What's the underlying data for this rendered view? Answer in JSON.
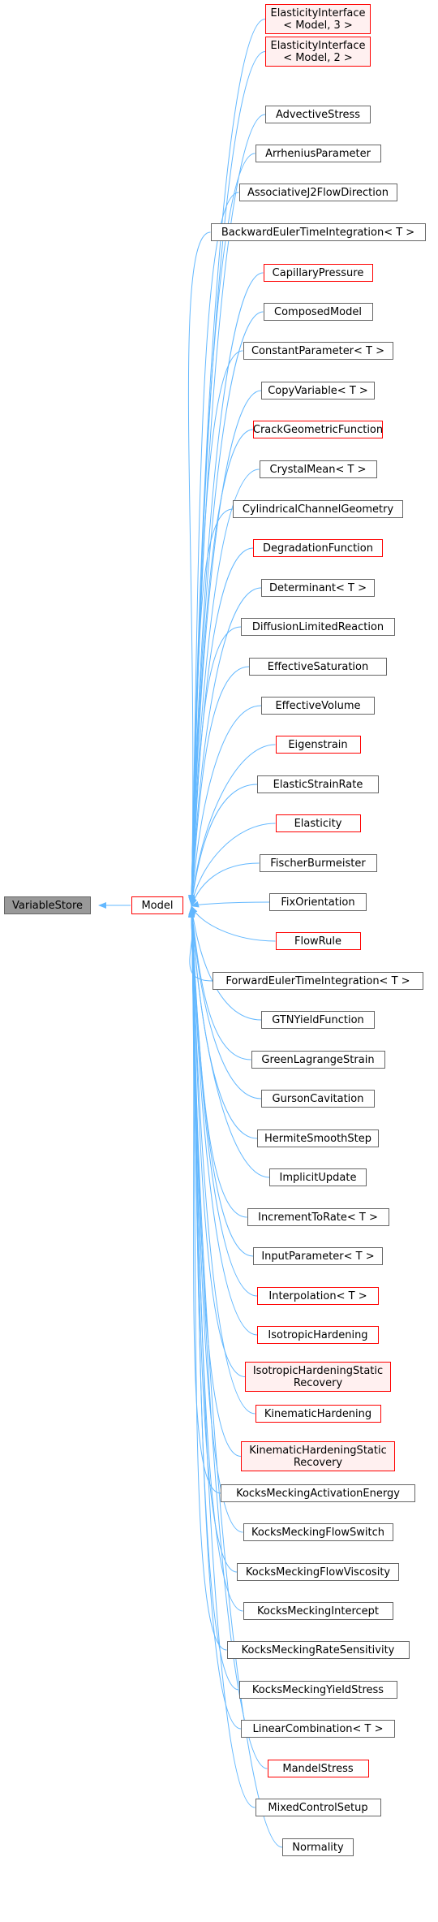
{
  "base": {
    "label": "VariableStore"
  },
  "model": {
    "label": "Model"
  },
  "colors": {
    "edge": "#63b8ff",
    "border": "#666666",
    "red_border": "#ff0000",
    "pink_fill": "#fff0f0",
    "root_fill": "#999999"
  },
  "children": [
    {
      "label": "ElasticityInterface\n< Model, 3 >",
      "style": "pink"
    },
    {
      "label": "ElasticityInterface\n< Model, 2 >",
      "style": "pink"
    },
    {
      "label": "AdvectiveStress",
      "style": "normal"
    },
    {
      "label": "ArrheniusParameter",
      "style": "normal"
    },
    {
      "label": "AssociativeJ2FlowDirection",
      "style": "normal"
    },
    {
      "label": "BackwardEulerTimeIntegration< T >",
      "style": "normal"
    },
    {
      "label": "CapillaryPressure",
      "style": "red"
    },
    {
      "label": "ComposedModel",
      "style": "normal"
    },
    {
      "label": "ConstantParameter< T >",
      "style": "normal"
    },
    {
      "label": "CopyVariable< T >",
      "style": "normal"
    },
    {
      "label": "CrackGeometricFunction",
      "style": "red"
    },
    {
      "label": "CrystalMean< T >",
      "style": "normal"
    },
    {
      "label": "CylindricalChannelGeometry",
      "style": "normal"
    },
    {
      "label": "DegradationFunction",
      "style": "red"
    },
    {
      "label": "Determinant< T >",
      "style": "normal"
    },
    {
      "label": "DiffusionLimitedReaction",
      "style": "normal"
    },
    {
      "label": "EffectiveSaturation",
      "style": "normal"
    },
    {
      "label": "EffectiveVolume",
      "style": "normal"
    },
    {
      "label": "Eigenstrain",
      "style": "red"
    },
    {
      "label": "ElasticStrainRate",
      "style": "normal"
    },
    {
      "label": "Elasticity",
      "style": "red"
    },
    {
      "label": "FischerBurmeister",
      "style": "normal"
    },
    {
      "label": "FixOrientation",
      "style": "normal"
    },
    {
      "label": "FlowRule",
      "style": "red"
    },
    {
      "label": "ForwardEulerTimeIntegration< T >",
      "style": "normal"
    },
    {
      "label": "GTNYieldFunction",
      "style": "normal"
    },
    {
      "label": "GreenLagrangeStrain",
      "style": "normal"
    },
    {
      "label": "GursonCavitation",
      "style": "normal"
    },
    {
      "label": "HermiteSmoothStep",
      "style": "normal"
    },
    {
      "label": "ImplicitUpdate",
      "style": "normal"
    },
    {
      "label": "IncrementToRate< T >",
      "style": "normal"
    },
    {
      "label": "InputParameter< T >",
      "style": "normal"
    },
    {
      "label": "Interpolation< T >",
      "style": "red"
    },
    {
      "label": "IsotropicHardening",
      "style": "red"
    },
    {
      "label": "IsotropicHardeningStatic\nRecovery",
      "style": "pink"
    },
    {
      "label": "KinematicHardening",
      "style": "red"
    },
    {
      "label": "KinematicHardeningStatic\nRecovery",
      "style": "pink"
    },
    {
      "label": "KocksMeckingActivationEnergy",
      "style": "normal"
    },
    {
      "label": "KocksMeckingFlowSwitch",
      "style": "normal"
    },
    {
      "label": "KocksMeckingFlowViscosity",
      "style": "normal"
    },
    {
      "label": "KocksMeckingIntercept",
      "style": "normal"
    },
    {
      "label": "KocksMeckingRateSensitivity",
      "style": "normal"
    },
    {
      "label": "KocksMeckingYieldStress",
      "style": "normal"
    },
    {
      "label": "LinearCombination< T >",
      "style": "normal"
    },
    {
      "label": "MandelStress",
      "style": "red"
    },
    {
      "label": "MixedControlSetup",
      "style": "normal"
    },
    {
      "label": "Normality",
      "style": "normal"
    }
  ]
}
